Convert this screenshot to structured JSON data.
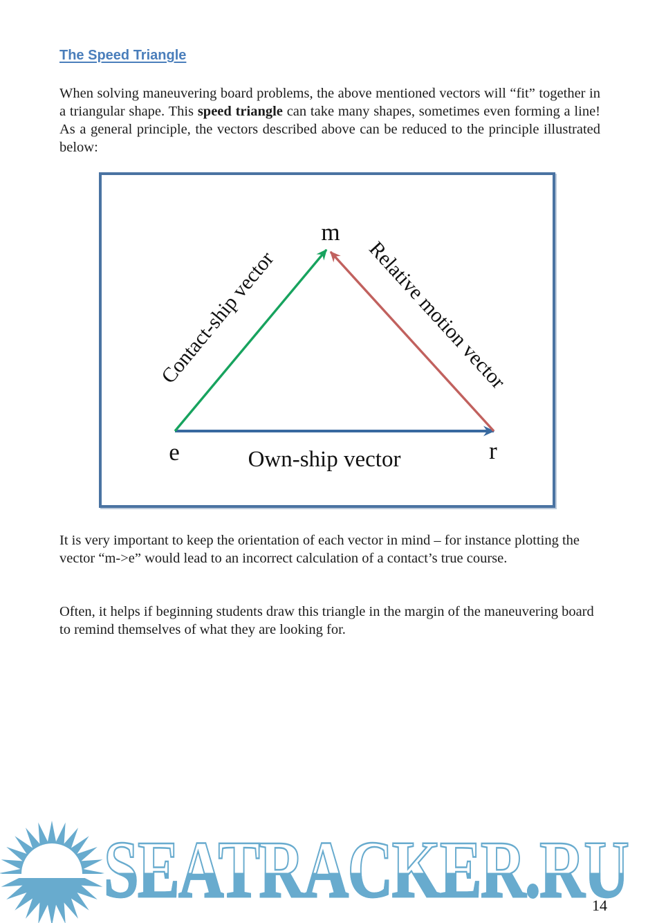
{
  "colors": {
    "heading": "#4a7ebb",
    "body_text": "#1c1c1c",
    "diagram_border": "#4a73a2",
    "contact_ship_arrow": "#17a35e",
    "relative_motion_arrow": "#c1615e",
    "own_ship_arrow": "#38699f",
    "watermark": "#68abce",
    "page_number": "#111111"
  },
  "heading": "The Speed Triangle",
  "paragraph1": {
    "before_bold": "When solving maneuvering board problems, the above mentioned vectors will “fit” together in a triangular shape. This ",
    "bold": "speed triangle",
    "after_bold": " can take many shapes, sometimes even forming a line! As a general principle, the vectors described above can be reduced to the principle illustrated below:"
  },
  "diagram": {
    "labels": {
      "apex": "m",
      "bottom_left": "e",
      "bottom_right": "r",
      "contact_ship": "Contact-ship vector",
      "relative_motion": "Relative motion vector",
      "own_ship": "Own-ship vector"
    }
  },
  "paragraph2": "It is very important to keep the orientation of each vector in mind – for instance plotting the vector “m->e” would lead to an incorrect calculation of a contact’s true course.",
  "paragraph3": "Often, it helps if beginning students draw this triangle in the margin of the maneuvering board to remind themselves of what they are looking for.",
  "watermark": {
    "text": "SEATRACKER.RU"
  },
  "page": {
    "number": "14"
  }
}
